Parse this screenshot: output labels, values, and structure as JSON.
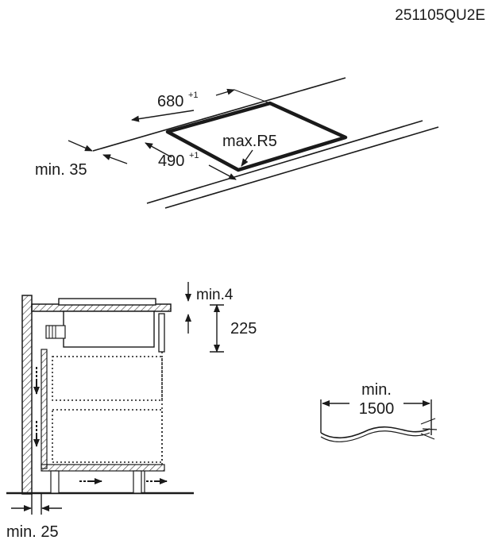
{
  "document_code": "251105QU2E",
  "cutout": {
    "width_label": "680",
    "width_tolerance": "+1",
    "depth_label": "490",
    "depth_tolerance": "+1",
    "radius_label": "max.R5",
    "edge_distance_label": "min. 35"
  },
  "section": {
    "top_gap_label": "min.4",
    "height_label": "225",
    "wall_gap_label": "min. 25"
  },
  "cable": {
    "length_label_line1": "min.",
    "length_label_line2": "1500"
  }
}
